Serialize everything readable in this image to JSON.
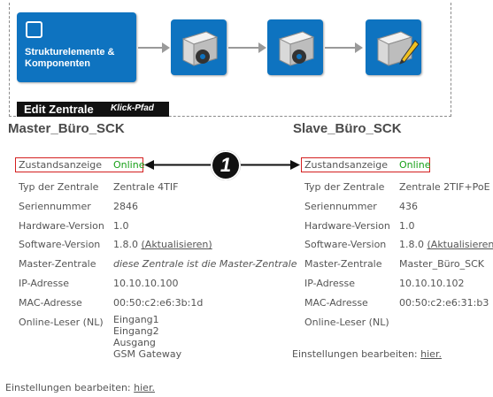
{
  "workflow": {
    "start_tile_label": "Strukturelemente & Komponenten",
    "edit_title": "Edit Zentrale",
    "edit_subtitle": "Klick-Pfad"
  },
  "callout_number": "1",
  "master": {
    "title": "Master_Büro_SCK",
    "status_label": "Zustandsanzeige",
    "status_value": "Online",
    "rows": [
      {
        "label": "Typ der Zentrale",
        "value": "Zentrale 4TIF"
      },
      {
        "label": "Seriennummer",
        "value": "2846"
      },
      {
        "label": "Hardware-Version",
        "value": "1.0"
      },
      {
        "label": "Software-Version",
        "value": "1.8.0",
        "link": "(Aktualisieren)"
      },
      {
        "label": "Master-Zentrale",
        "value": "diese Zentrale ist die Master-Zentrale"
      },
      {
        "label": "IP-Adresse",
        "value": "10.10.10.100"
      },
      {
        "label": "MAC-Adresse",
        "value": "00:50:c2:e6:3b:1d"
      },
      {
        "label": "Online-Leser (NL)",
        "value": ""
      }
    ],
    "readers": [
      "Eingang1",
      "Eingang2",
      "Ausgang",
      "GSM Gateway"
    ],
    "settings_text": "Einstellungen bearbeiten:",
    "settings_link": "hier."
  },
  "slave": {
    "title": "Slave_Büro_SCK",
    "status_label": "Zustandsanzeige",
    "status_value": "Online",
    "rows": [
      {
        "label": "Typ der Zentrale",
        "value": "Zentrale 2TIF+PoE"
      },
      {
        "label": "Seriennummer",
        "value": "436"
      },
      {
        "label": "Hardware-Version",
        "value": "1.0"
      },
      {
        "label": "Software-Version",
        "value": "1.8.0",
        "link": "(Aktualisieren)"
      },
      {
        "label": "Master-Zentrale",
        "value": "Master_Büro_SCK"
      },
      {
        "label": "IP-Adresse",
        "value": "10.10.10.102"
      },
      {
        "label": "MAC-Adresse",
        "value": "00:50:c2:e6:31:b3"
      },
      {
        "label": "Online-Leser (NL)",
        "value": ""
      }
    ],
    "settings_text": "Einstellungen bearbeiten:",
    "settings_link": "hier."
  },
  "icons": {
    "start_tile": "square-outline-icon",
    "module_gear": "controller-gear-icon",
    "module_pencil": "controller-pencil-icon"
  }
}
